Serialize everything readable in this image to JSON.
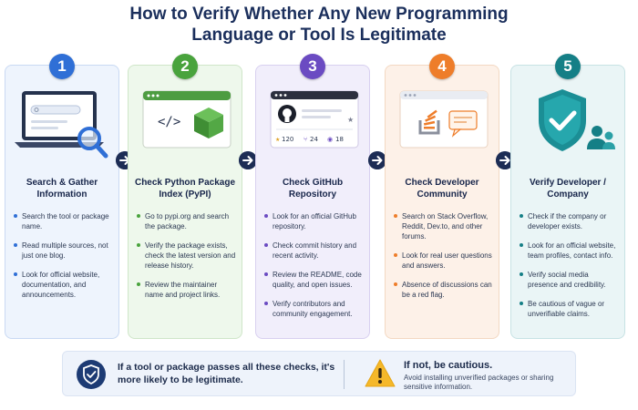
{
  "title_line1": "How to Verify Whether Any New Programming",
  "title_line2": "Language or Tool Is Legitimate",
  "cards": [
    {
      "number": "1",
      "title": "Search & Gather Information",
      "bullets": [
        "Search the tool or package name.",
        "Read multiple sources, not just one blog.",
        "Look for official website, documentation, and announcements."
      ]
    },
    {
      "number": "2",
      "title": "Check Python Package Index (PyPI)",
      "code_symbol": "</>",
      "bullets": [
        "Go to pypi.org and search the package.",
        "Verify the package exists, check the latest version and release history.",
        "Review the maintainer name and project links."
      ]
    },
    {
      "number": "3",
      "title": "Check GitHub Repository",
      "stats": [
        "120",
        "24",
        "18"
      ],
      "bullets": [
        "Look for an official GitHub repository.",
        "Check commit history and recent activity.",
        "Review the README, code quality, and open issues.",
        "Verify contributors and community engagement."
      ]
    },
    {
      "number": "4",
      "title": "Check Developer Community",
      "bullets": [
        "Search on Stack Overflow, Reddit, Dev.to, and other forums.",
        "Look for real user questions and answers.",
        "Absence of discussions can be a red flag."
      ]
    },
    {
      "number": "5",
      "title": "Verify Developer / Company",
      "bullets": [
        "Check if the company or developer exists.",
        "Look for an official website, team profiles, contact info.",
        "Verify social media presence and credibility.",
        "Be cautious of vague or unverifiable claims."
      ]
    }
  ],
  "bottom": {
    "pass_text": "If a tool or package passes all these checks, it's more likely to be legitimate.",
    "caution_title": "If not, be cautious.",
    "caution_text": "Avoid installing unverified packages or sharing sensitive information."
  },
  "colors": {
    "card1": "#2f6fd6",
    "card2": "#49a33d",
    "card3": "#6b4bc2",
    "card4": "#ee7d2a",
    "card5": "#157f86"
  }
}
